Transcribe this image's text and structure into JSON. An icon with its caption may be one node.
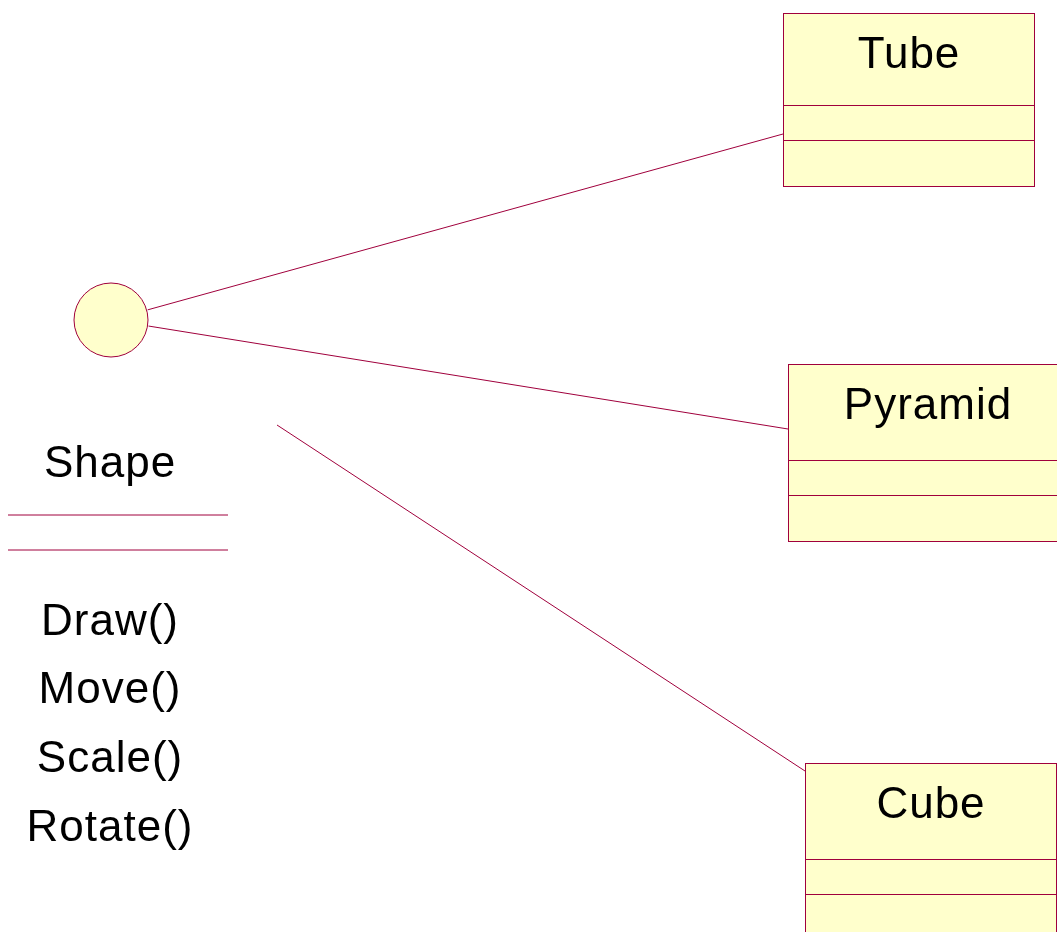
{
  "diagram": {
    "nodes": [
      {
        "text": [],
        "shape": "circle"
      },
      {
        "text": [
          "Shape",
          "Draw()",
          "Move()",
          "Scale()",
          "Rotate()"
        ]
      },
      {
        "text": [
          "Tube"
        ]
      },
      {
        "text": [
          "Pyramid"
        ]
      },
      {
        "text": [
          "Cube"
        ]
      }
    ],
    "edges": [
      {
        "from": 0,
        "to": 2,
        "arrow": "none"
      },
      {
        "from": 0,
        "to": 3,
        "arrow": "none"
      },
      {
        "from": 1,
        "to": 4,
        "arrow": "none"
      }
    ]
  }
}
